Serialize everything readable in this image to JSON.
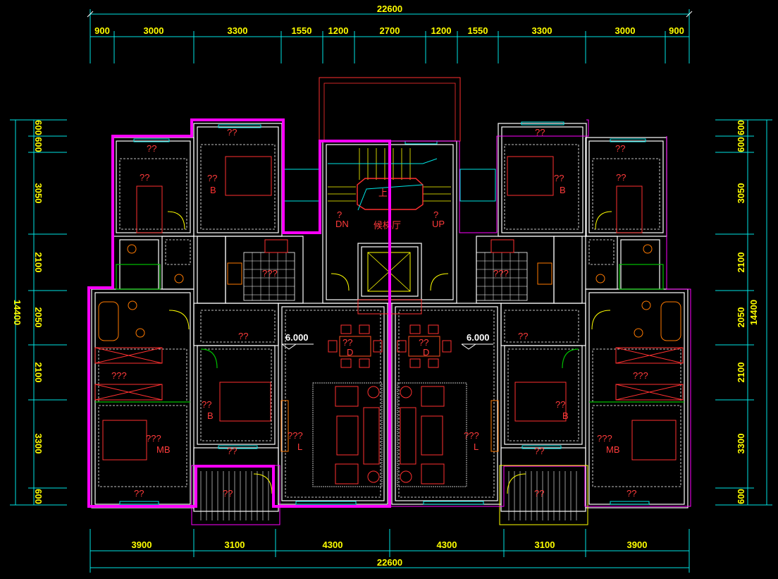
{
  "dims": {
    "top_total": "22600",
    "bottom_total": "22600",
    "top": [
      "900",
      "3000",
      "3300",
      "1550",
      "1200",
      "2700",
      "1200",
      "1550",
      "3300",
      "3000",
      "900"
    ],
    "bottom": [
      "3900",
      "3100",
      "4300",
      "4300",
      "3100",
      "3900"
    ],
    "left_total": "14400",
    "right_total": "14400",
    "left": [
      "600",
      "600",
      "3050",
      "2100",
      "2050",
      "2100",
      "3300",
      "600"
    ],
    "right": [
      "600",
      "600",
      "3050",
      "2100",
      "2050",
      "2100",
      "3300",
      "600"
    ]
  },
  "rooms": {
    "bed_b_left": "B",
    "bed_b_left_name": "??",
    "bed_b_right": "B",
    "bed_b_right_name": "??",
    "study_left": "??",
    "study_right": "??",
    "mb_left": "MB",
    "mb_left_name": "???",
    "mb_right": "MB",
    "mb_right_name": "???",
    "bed_lower_left": "B",
    "bed_lower_left_name": "??",
    "bed_lower_right": "B",
    "bed_lower_right_name": "??",
    "dining_left": "D",
    "dining_left_name": "??",
    "dining_right": "D",
    "dining_right_name": "??",
    "living_left": "L",
    "living_left_name": "???",
    "living_right": "L",
    "living_right_name": "???",
    "closet_left": "???",
    "closet_right": "???",
    "balcony_left": "??",
    "balcony_right": "??",
    "top_balcony_left": "??",
    "top_balcony_right": "??",
    "kitchen_left": "???",
    "kitchen_right": "???",
    "top_room_left": "??",
    "top_room_right": "??",
    "bottom_label_left": "??",
    "bottom_label_right": "??",
    "mb_bottom_left": "??",
    "mb_bottom_right": "??",
    "bath_left_tag": "??",
    "bath_right_tag": "??"
  },
  "stair": {
    "up_label": "上",
    "dn_label": "DN",
    "dn_mark": "?",
    "up_text": "UP",
    "up_mark": "?",
    "hall_label": "候梯厅"
  },
  "levels": {
    "left": "6.000",
    "right": "6.000"
  },
  "colors": {
    "magenta_outline": "#ff00ff",
    "cyan_dim": "#00e5e5",
    "dim_text": "#ffff00",
    "wall": "#ffffff",
    "red": "#ff3030",
    "green": "#00c000"
  }
}
